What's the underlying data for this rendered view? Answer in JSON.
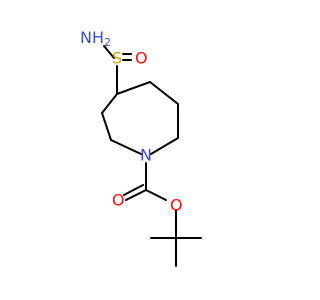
{
  "colors": {
    "carbon": "#000000",
    "nitrogen": "#3a4fd0",
    "oxygen": "#ff0d0d",
    "sulfur": "#c9a800",
    "background": "#ffffff"
  },
  "atoms": {
    "nh2": "NH",
    "nh2_sub": "2",
    "s": "S",
    "o_sulfonyl": "O",
    "n_ring": "N",
    "o_carbonyl": "O",
    "o_ester": "O"
  }
}
